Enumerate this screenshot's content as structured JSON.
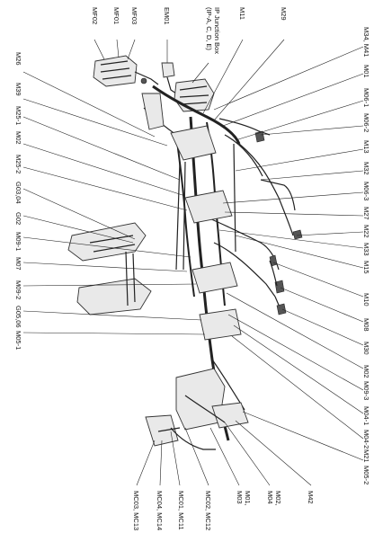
{
  "labels": {
    "mf02": "MF02",
    "mf01": "MF01",
    "mf03": "MF03",
    "em01": "EM01",
    "ip_junction": "IP Junction Box\n(IP-A, C, D, E)",
    "m11": "M11",
    "m29": "M29",
    "m26": "M26",
    "m39": "M39",
    "m25_1": "M25-1",
    "m02": "M02",
    "m25_2": "M25-2",
    "g03_04": "G03,04",
    "g02": "G02",
    "m09_1": "M09-1",
    "m07": "M07",
    "m09_2": "M09-2",
    "g05_06": "G05,06",
    "m05_1": "M05-1",
    "m34_m41": "M34, M41",
    "m01": "M01",
    "m06_1": "M06-1",
    "m06_2": "M06-2",
    "m13": "M13",
    "m32": "M32",
    "m06_3": "M06-3",
    "m27": "M27",
    "m22": "M22",
    "m33": "M33",
    "m15": "M15",
    "m10": "M10",
    "m08": "M08",
    "m30": "M30",
    "m02_2": "M02",
    "m09_3": "M09-3",
    "m04_1": "M04-1",
    "m04_2": "M04-2",
    "m21": "M21",
    "m05_2": "M05-2",
    "m42": "M42",
    "m02_m04": "M02,\nM04",
    "m01_m03": "M01,\nM03",
    "mc02_mc12": "MC02, MC12",
    "mc01_mc11": "MC01, MC11",
    "mc04_mc14": "MC04, MC14",
    "mc03_mc13": "MC03, MC13"
  }
}
